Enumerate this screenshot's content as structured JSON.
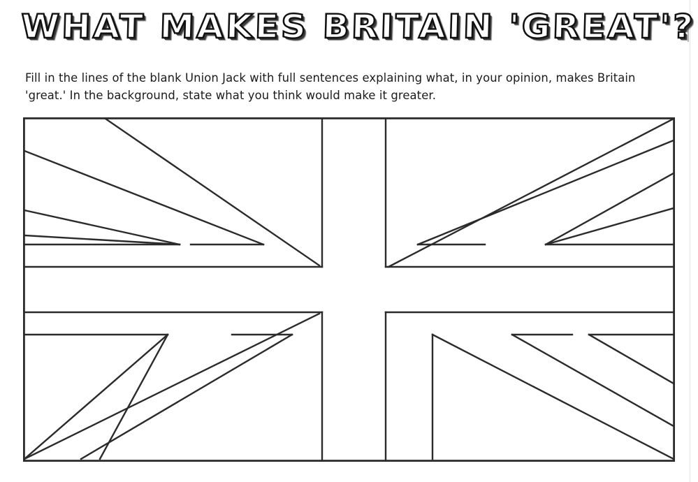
{
  "worksheet": {
    "title": "WHAT MAKES BRITAIN 'GREAT'?",
    "instructions": "Fill in the lines of the blank Union Jack with full sentences explaining what, in your opinion, makes Britain 'great.' In the background, state what you think would make it greater.",
    "flag": {
      "name": "Union Jack outline",
      "description": "Blank Union Jack flag outline with writing lines",
      "line_color": "#2b2b2b",
      "fill_color": "#ffffff"
    },
    "colors": {
      "ink": "#1b1b1b",
      "stroke": "#2b2b2b",
      "paper": "#ffffff",
      "title_fill": "#ffffff",
      "title_outline": "#111111",
      "title_shadow": "#3a3a3a",
      "page_edge": "#e2e2e2"
    }
  }
}
